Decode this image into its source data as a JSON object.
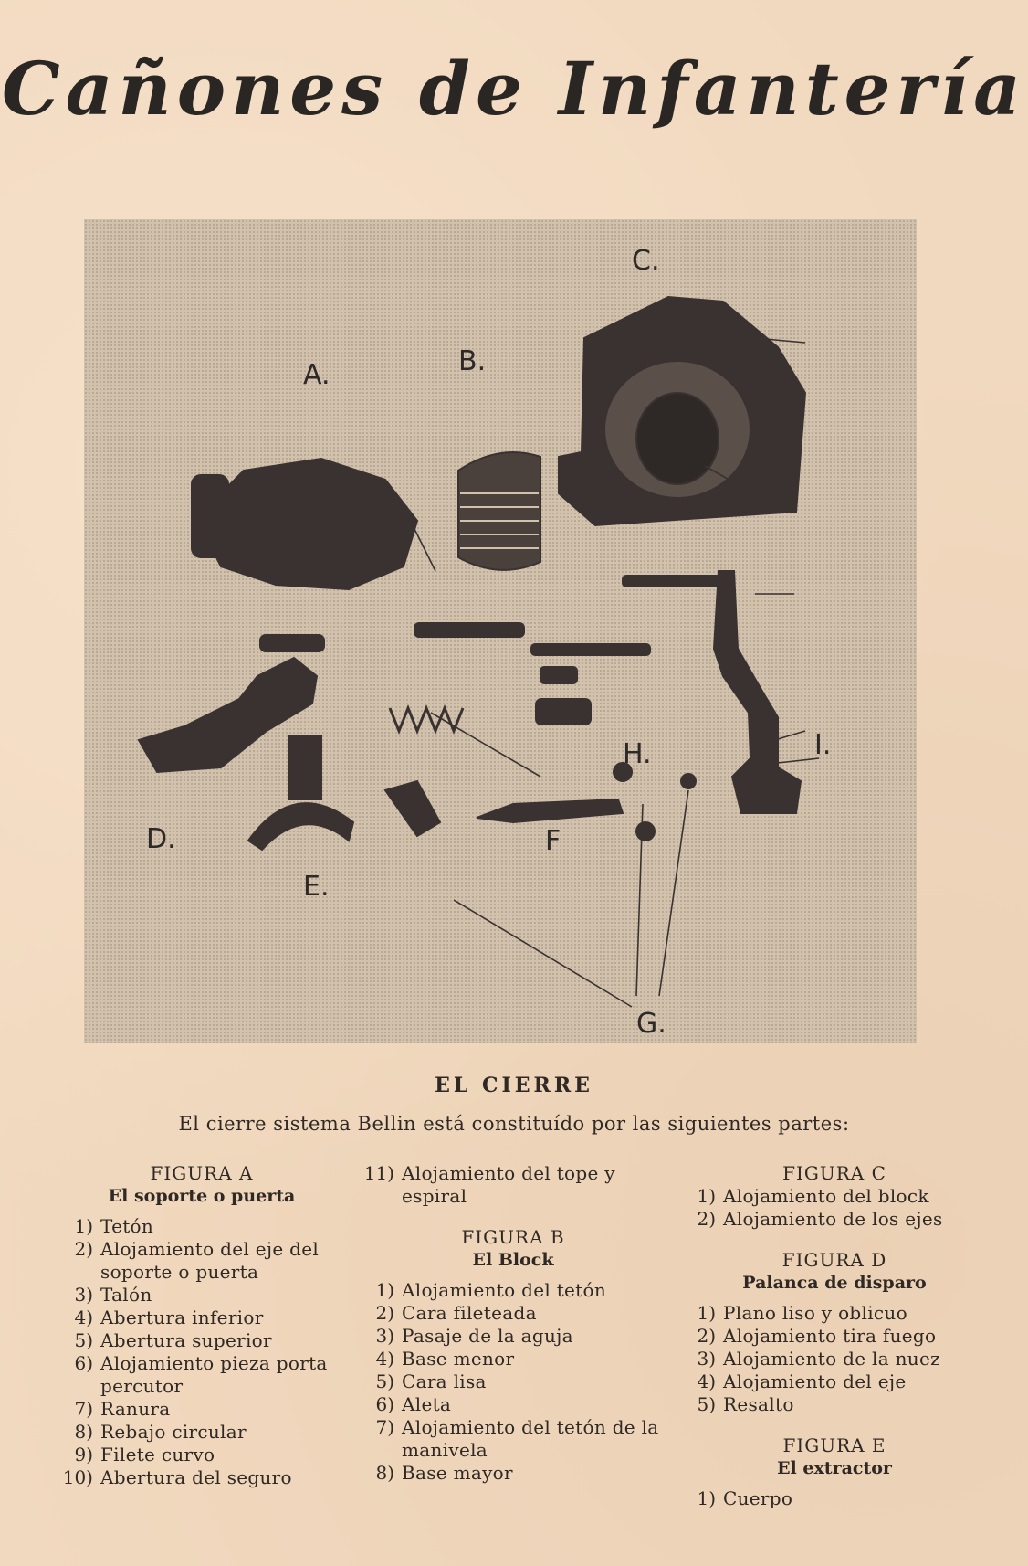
{
  "title": "Cañones de Infantería",
  "section_title": "EL CIERRE",
  "intro": "El cierre sistema Bellin está constituído por las siguientes partes:",
  "photo_labels": {
    "A": "A.",
    "B": "B.",
    "C": "C.",
    "D": "D.",
    "E": "E.",
    "F": "F",
    "G": "G.",
    "H": "H.",
    "I": "I."
  },
  "figures": {
    "a": {
      "heading": "FIGURA A",
      "subtitle": "El soporte o puerta",
      "items": [
        {
          "num": "1)",
          "text": "Tetón"
        },
        {
          "num": "2)",
          "text": "Alojamiento del eje del soporte o puerta"
        },
        {
          "num": "3)",
          "text": "Talón"
        },
        {
          "num": "4)",
          "text": "Abertura inferior"
        },
        {
          "num": "5)",
          "text": "Abertura superior"
        },
        {
          "num": "6)",
          "text": "Alojamiento pieza porta percutor"
        },
        {
          "num": "7)",
          "text": "Ranura"
        },
        {
          "num": "8)",
          "text": "Rebajo circular"
        },
        {
          "num": "9)",
          "text": "Filete curvo"
        },
        {
          "num": "10)",
          "text": "Abertura del seguro"
        },
        {
          "num": "11)",
          "text": "Alojamiento del tope y espiral"
        }
      ]
    },
    "b": {
      "heading": "FIGURA B",
      "subtitle": "El Block",
      "items": [
        {
          "num": "1)",
          "text": "Alojamiento del tetón"
        },
        {
          "num": "2)",
          "text": "Cara fileteada"
        },
        {
          "num": "3)",
          "text": "Pasaje de la aguja"
        },
        {
          "num": "4)",
          "text": "Base menor"
        },
        {
          "num": "5)",
          "text": "Cara lisa"
        },
        {
          "num": "6)",
          "text": "Aleta"
        },
        {
          "num": "7)",
          "text": "Alojamiento del tetón de la manivela"
        },
        {
          "num": "8)",
          "text": "Base mayor"
        }
      ]
    },
    "c": {
      "heading": "FIGURA C",
      "items": [
        {
          "num": "1)",
          "text": "Alojamiento del block"
        },
        {
          "num": "2)",
          "text": "Alojamiento de los ejes"
        }
      ]
    },
    "d": {
      "heading": "FIGURA D",
      "subtitle": "Palanca de disparo",
      "items": [
        {
          "num": "1)",
          "text": "Plano liso y oblicuo"
        },
        {
          "num": "2)",
          "text": "Alojamiento tira fuego"
        },
        {
          "num": "3)",
          "text": "Alojamiento de la nuez"
        },
        {
          "num": "4)",
          "text": "Alojamiento del eje"
        },
        {
          "num": "5)",
          "text": "Resalto"
        }
      ]
    },
    "e": {
      "heading": "FIGURA E",
      "subtitle": "El extractor",
      "items": [
        {
          "num": "1)",
          "text": "Cuerpo"
        }
      ]
    }
  }
}
